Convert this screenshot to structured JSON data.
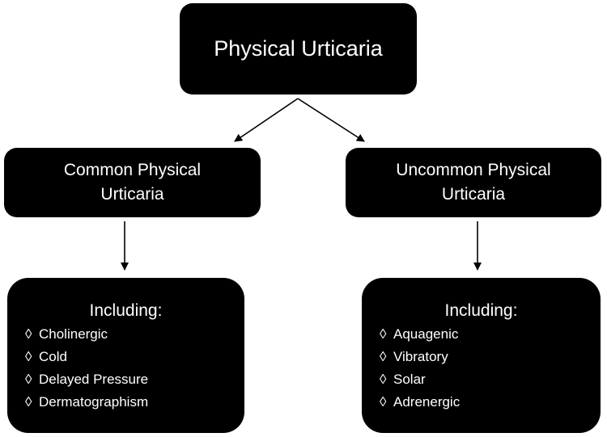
{
  "root": {
    "label": "Physical Urticaria"
  },
  "common": {
    "label_line1": "Common Physical",
    "label_line2": "Urticaria",
    "heading": "Including:",
    "items": [
      "Cholinergic",
      "Cold",
      "Delayed Pressure",
      "Dermatographism"
    ]
  },
  "uncommon": {
    "label_line1": "Uncommon Physical",
    "label_line2": "Urticaria",
    "heading": "Including:",
    "items": [
      "Aquagenic",
      "Vibratory",
      "Solar",
      "Adrenergic"
    ]
  },
  "bullet_glyph": "◊",
  "colors": {
    "box": "#000000",
    "text": "#ffffff",
    "arrow": "#000000"
  }
}
